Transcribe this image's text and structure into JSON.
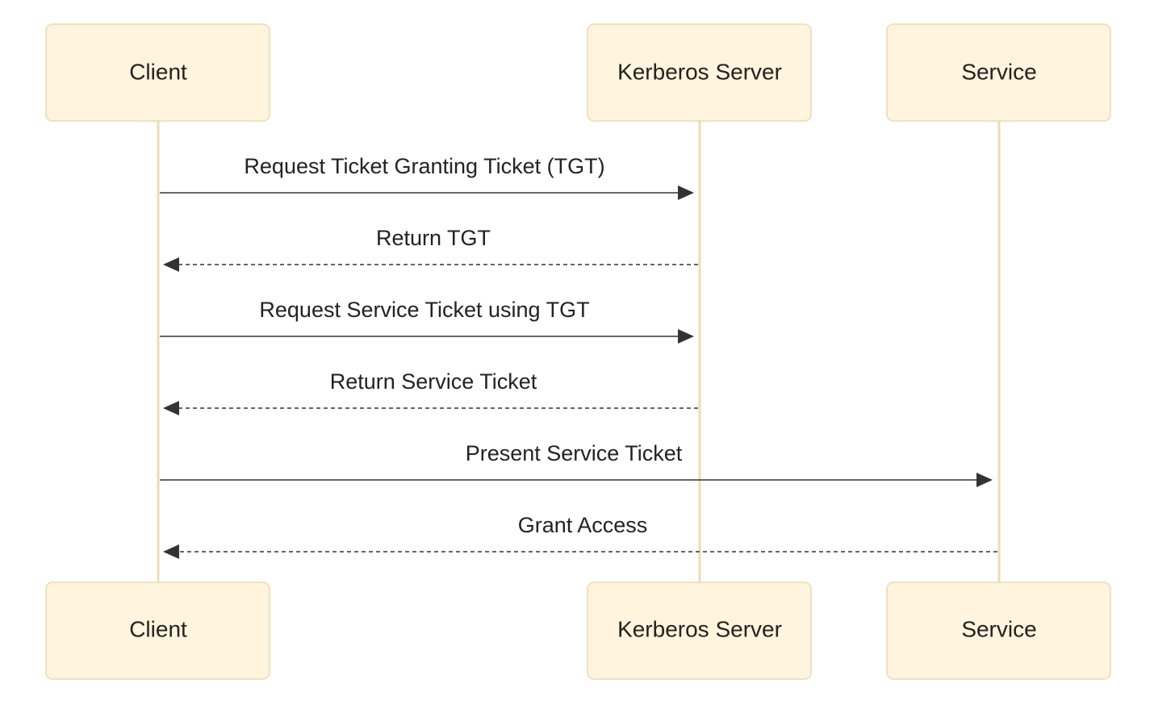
{
  "actors": [
    {
      "id": "client",
      "label": "Client"
    },
    {
      "id": "kerberos",
      "label": "Kerberos Server"
    },
    {
      "id": "service",
      "label": "Service"
    }
  ],
  "messages": [
    {
      "from": "client",
      "to": "kerberos",
      "label": "Request Ticket Granting Ticket (TGT)",
      "style": "solid"
    },
    {
      "from": "kerberos",
      "to": "client",
      "label": "Return TGT",
      "style": "dashed"
    },
    {
      "from": "client",
      "to": "kerberos",
      "label": "Request Service Ticket using TGT",
      "style": "solid"
    },
    {
      "from": "kerberos",
      "to": "client",
      "label": "Return Service Ticket",
      "style": "dashed"
    },
    {
      "from": "client",
      "to": "service",
      "label": "Present Service Ticket",
      "style": "solid"
    },
    {
      "from": "service",
      "to": "client",
      "label": "Grant Access",
      "style": "dashed"
    }
  ],
  "colors": {
    "actor_fill": "#fff4dd",
    "actor_border": "#ecd9ae",
    "lifeline": "#eddcb6",
    "arrow": "#333333",
    "text": "#222222"
  }
}
